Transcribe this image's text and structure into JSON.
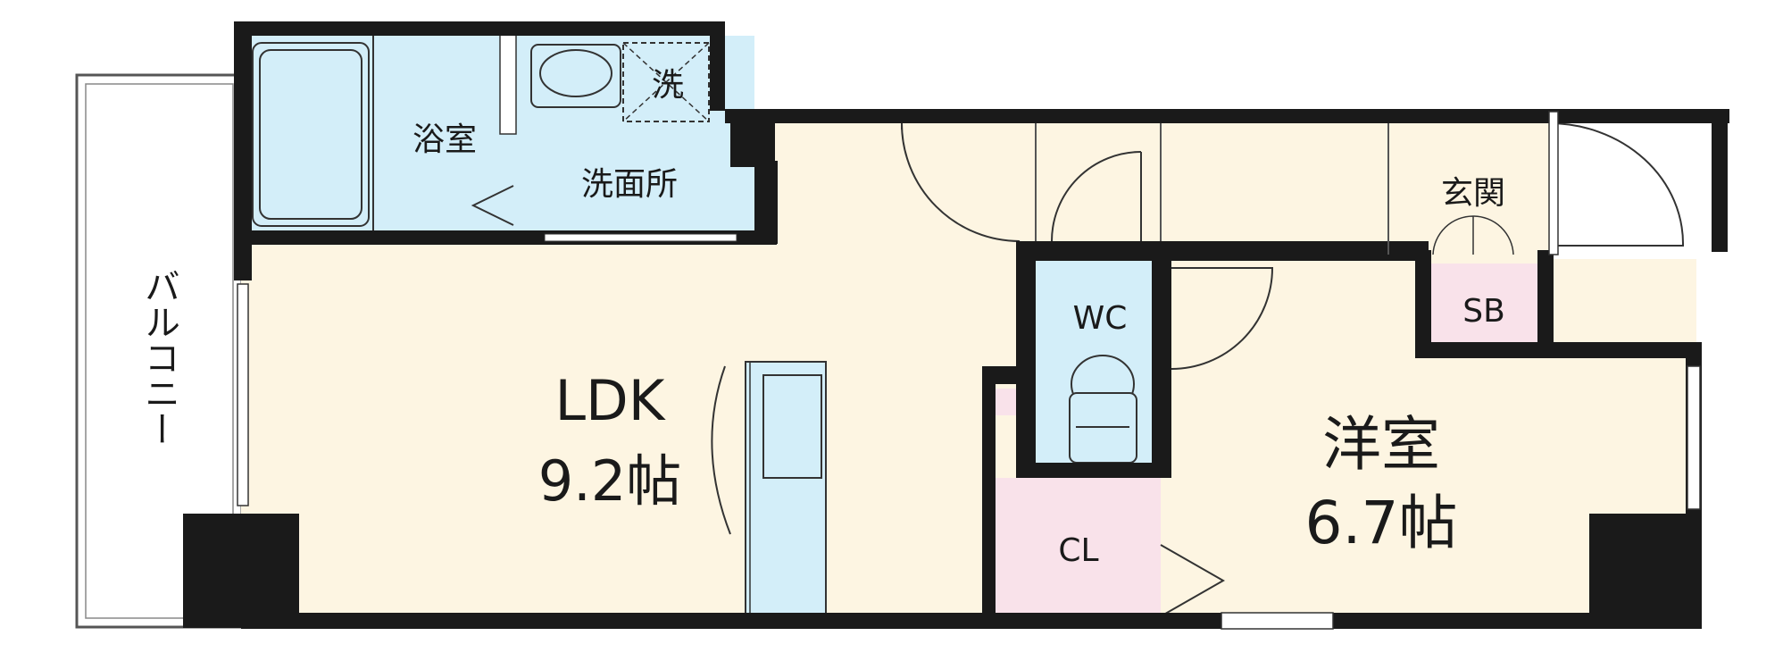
{
  "rooms": {
    "bath": "浴室",
    "washroom": "洗面所",
    "washer": "洗",
    "ldk": "LDK",
    "ldk_size": "9.2帖",
    "wc": "WC",
    "cl": "CL",
    "western": "洋室",
    "western_size": "6.7帖",
    "entrance": "玄関",
    "sb": "SB",
    "balcony": "バルコニー"
  },
  "colors": {
    "floor": "#fdf5e2",
    "wet_area": "#d3eef9",
    "storage": "#f9e2ea",
    "wall": "#1a1a1a"
  }
}
